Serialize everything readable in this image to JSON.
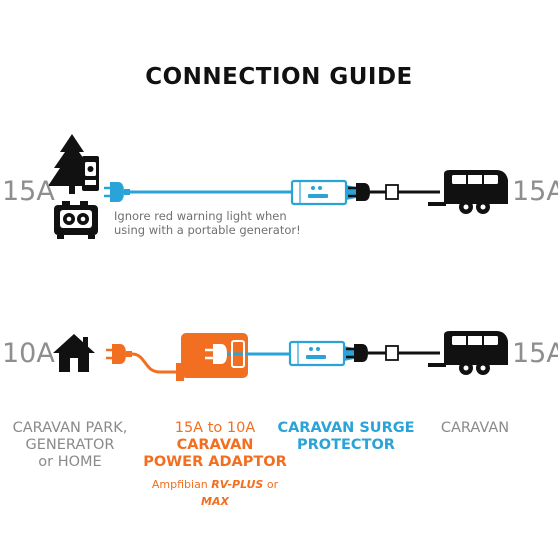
{
  "title": "CONNECTION GUIDE",
  "row1": {
    "left_rating": "15A",
    "right_rating": "15A",
    "note_line1": "Ignore red warning light when",
    "note_line2": "using with a portable generator!"
  },
  "row2": {
    "left_rating": "10A",
    "right_rating": "15A"
  },
  "captions": {
    "source_line1": "CARAVAN PARK,",
    "source_line2": "GENERATOR",
    "source_line3": "or HOME",
    "adaptor_line1": "15A to 10A",
    "adaptor_line2": "CARAVAN",
    "adaptor_line3": "POWER ADAPTOR",
    "adaptor_sub_prefix": "Ampfibian ",
    "adaptor_sub_model1": "RV-PLUS",
    "adaptor_sub_or": " or ",
    "adaptor_sub_model2": "MAX",
    "protector_line1": "CARAVAN SURGE",
    "protector_line2": "PROTECTOR",
    "caravan": "CARAVAN"
  },
  "colors": {
    "accent_blue": "#2aa3d8",
    "accent_orange": "#f26f21",
    "text_gray": "#8a8a8a",
    "icon_black": "#111111"
  },
  "icons": [
    "tree-icon",
    "power-outlet-icon",
    "generator-icon",
    "house-icon",
    "caravan-icon",
    "plug-icon",
    "surge-protector-icon",
    "power-adaptor-icon"
  ]
}
